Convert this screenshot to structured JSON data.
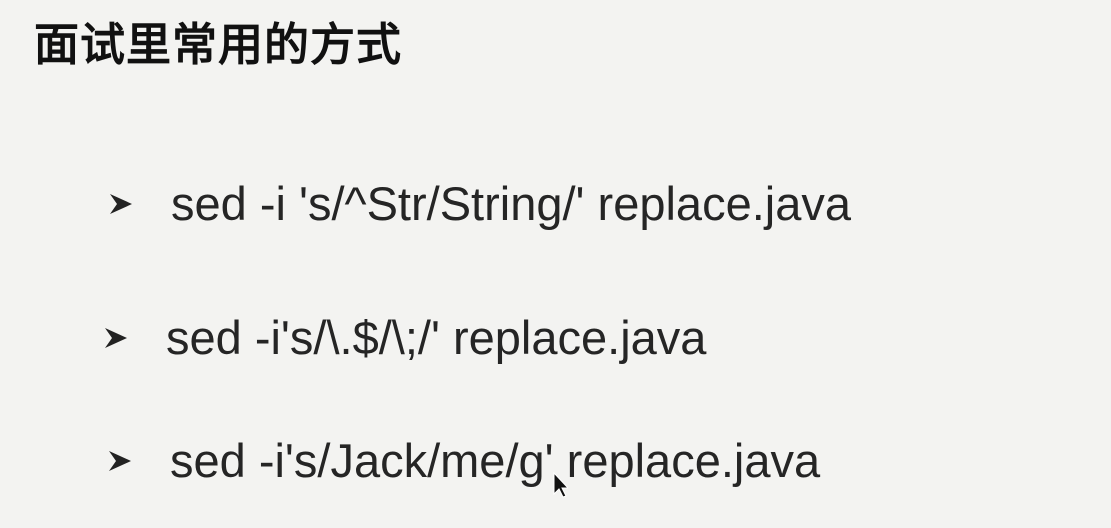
{
  "slide": {
    "title": "面试里常用的方式",
    "bullets": [
      {
        "text": "sed -i 's/^Str/String/' replace.java"
      },
      {
        "text": "sed -i's/\\.$/\\;/' replace.java"
      },
      {
        "text": "sed -i's/Jack/me/g' replace.java"
      }
    ],
    "bullet_icon": "arrowhead-bullet-icon"
  },
  "colors": {
    "background": "#f3f3f1",
    "title": "#111111",
    "text": "#252525"
  }
}
